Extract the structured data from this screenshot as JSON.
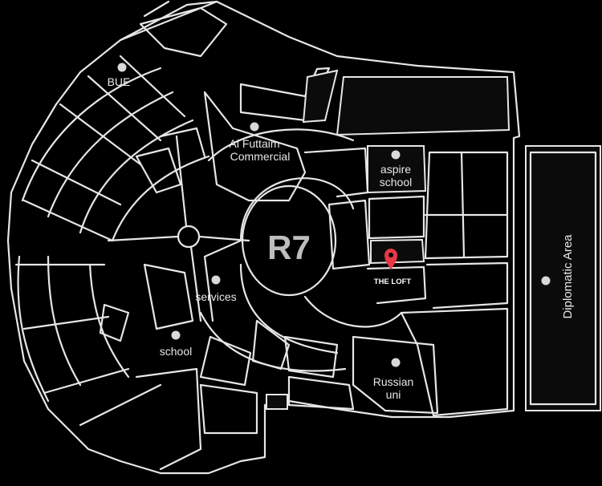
{
  "map": {
    "district_label": "R7",
    "featured": {
      "label": "THE LOFT",
      "pin_color": "#e63946",
      "icon": "map-pin-icon"
    },
    "pois": [
      {
        "id": "bue",
        "lines": [
          "BUE"
        ]
      },
      {
        "id": "al-futtaim",
        "lines": [
          "Al Futtaim",
          "Commercial"
        ]
      },
      {
        "id": "aspire-school",
        "lines": [
          "aspire",
          "school"
        ]
      },
      {
        "id": "services",
        "lines": [
          "services"
        ]
      },
      {
        "id": "school",
        "lines": [
          "school"
        ]
      },
      {
        "id": "russian-uni",
        "lines": [
          "Russian",
          "uni"
        ]
      },
      {
        "id": "diplomatic-area",
        "lines": [
          "Diplomatic Area"
        ]
      }
    ],
    "colors": {
      "background": "#000000",
      "roads": "#e6e6e6",
      "text": "#e8e8e8",
      "district_text": "#bdbdbd"
    }
  }
}
